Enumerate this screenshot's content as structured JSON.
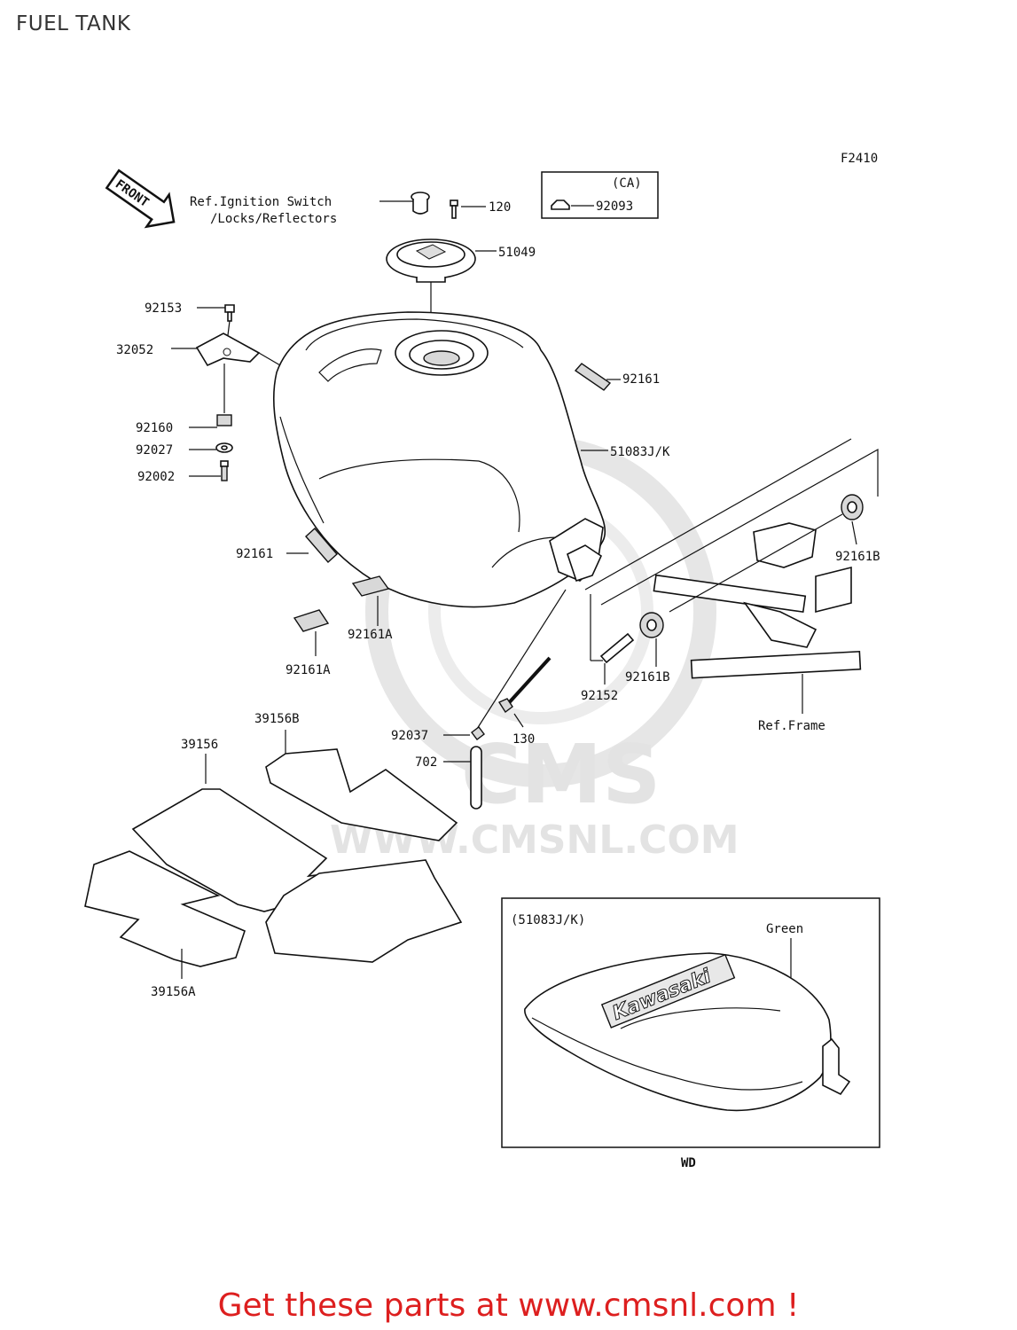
{
  "header": {
    "title": "FUEL TANK"
  },
  "diagram": {
    "figure_code": "F2410",
    "front_marker": "FRONT",
    "ref_ignition_line1": "Ref.Ignition Switch",
    "ref_ignition_line2": "/Locks/Reflectors",
    "ca_box_title": "(CA)",
    "ca_box_part": "92093",
    "ref_frame": "Ref.Frame",
    "inset_title": "(51083J/K)",
    "inset_color_label": "Green",
    "inset_brand": "Kawasaki",
    "inset_model_code": "WD",
    "watermark_text": "WWW.CMSNL.COM",
    "watermark_logo": "CMS",
    "parts": {
      "p120": "120",
      "p51049": "51049",
      "p92153": "92153",
      "p32052": "32052",
      "p92161_top": "92161",
      "p51083": "51083J/K",
      "p92160": "92160",
      "p92027": "92027",
      "p92002": "92002",
      "p92161_left": "92161",
      "p92161B_top": "92161B",
      "p92161A_mid": "92161A",
      "p92161A_low": "92161A",
      "p92152": "92152",
      "p92161B_low": "92161B",
      "p39156B": "39156B",
      "p39156": "39156",
      "p92037": "92037",
      "p130": "130",
      "p702": "702",
      "p39156A": "39156A"
    }
  },
  "footer": {
    "cta": "Get these parts at www.cmsnl.com !"
  },
  "colors": {
    "cta": "#dd1f1f",
    "line": "#111111",
    "watermark": "#e3e3e3"
  }
}
